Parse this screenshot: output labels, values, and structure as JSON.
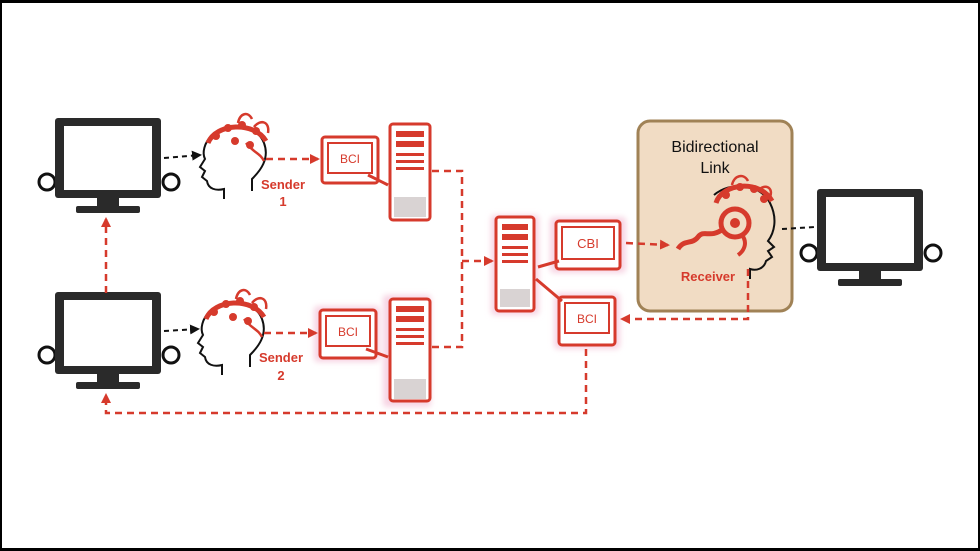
{
  "link_box": {
    "title_line1": "Bidirectional",
    "title_line2": "Link"
  },
  "sender1": {
    "line1": "Sender",
    "line2": "1"
  },
  "sender2": {
    "line1": "Sender",
    "line2": "2"
  },
  "receiver": {
    "label": "Receiver"
  },
  "interfaces": {
    "bci_top": "BCI",
    "bci_bottom": "BCI",
    "cbi": "CBI",
    "bci_feedback": "BCI"
  },
  "colors": {
    "red": "#d63a2c",
    "box_fill": "#f1dcc4",
    "box_border": "#a08256",
    "monitor_dark": "#2a2a2a",
    "glow": "#f7d4e3"
  }
}
